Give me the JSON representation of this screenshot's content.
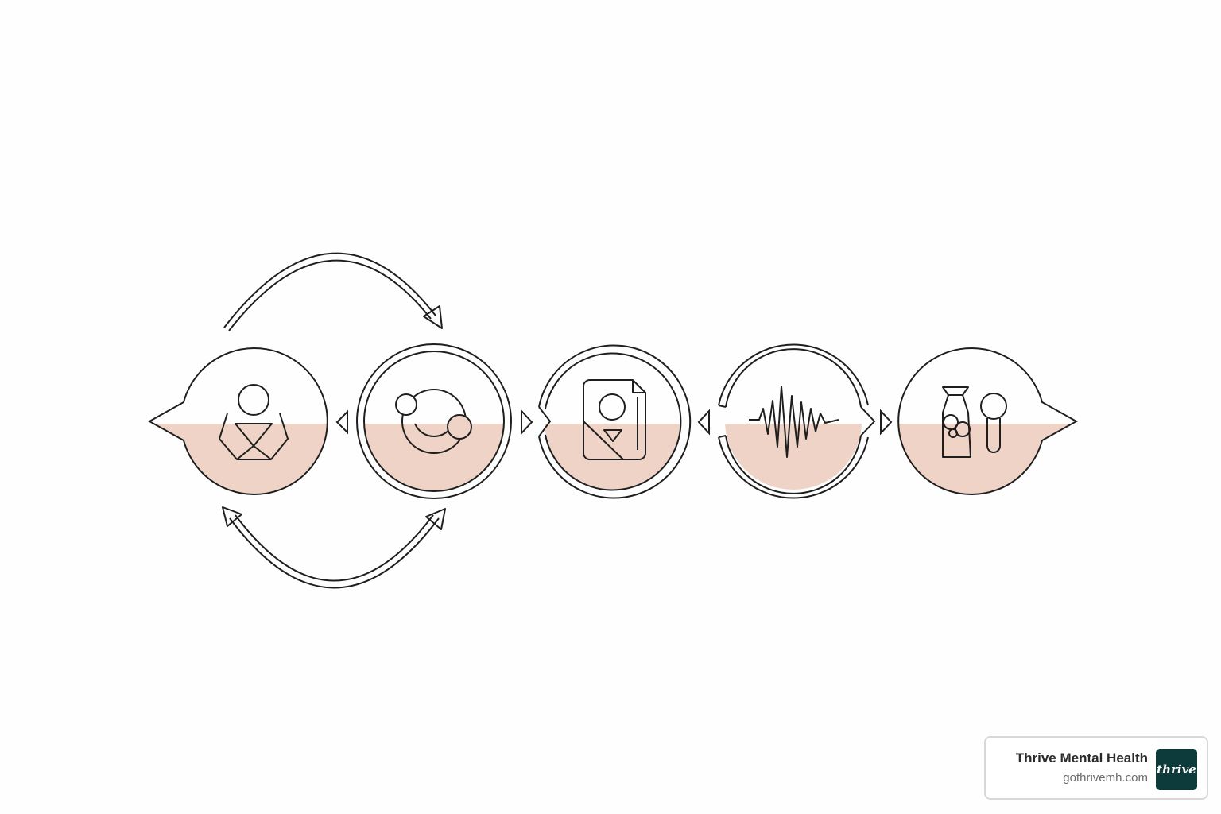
{
  "diagram": {
    "nodes": [
      {
        "icon": "person-icon"
      },
      {
        "icon": "cycle-icon"
      },
      {
        "icon": "document-icon"
      },
      {
        "icon": "waveform-icon"
      },
      {
        "icon": "bottle-spoon-icon"
      }
    ],
    "fill_color": "#efd3c6",
    "stroke_color": "#1e1e1e"
  },
  "brand": {
    "name": "Thrive Mental Health",
    "url": "gothrivemh.com",
    "logo_text": "thrive",
    "logo_color": "#0d3a3a"
  }
}
